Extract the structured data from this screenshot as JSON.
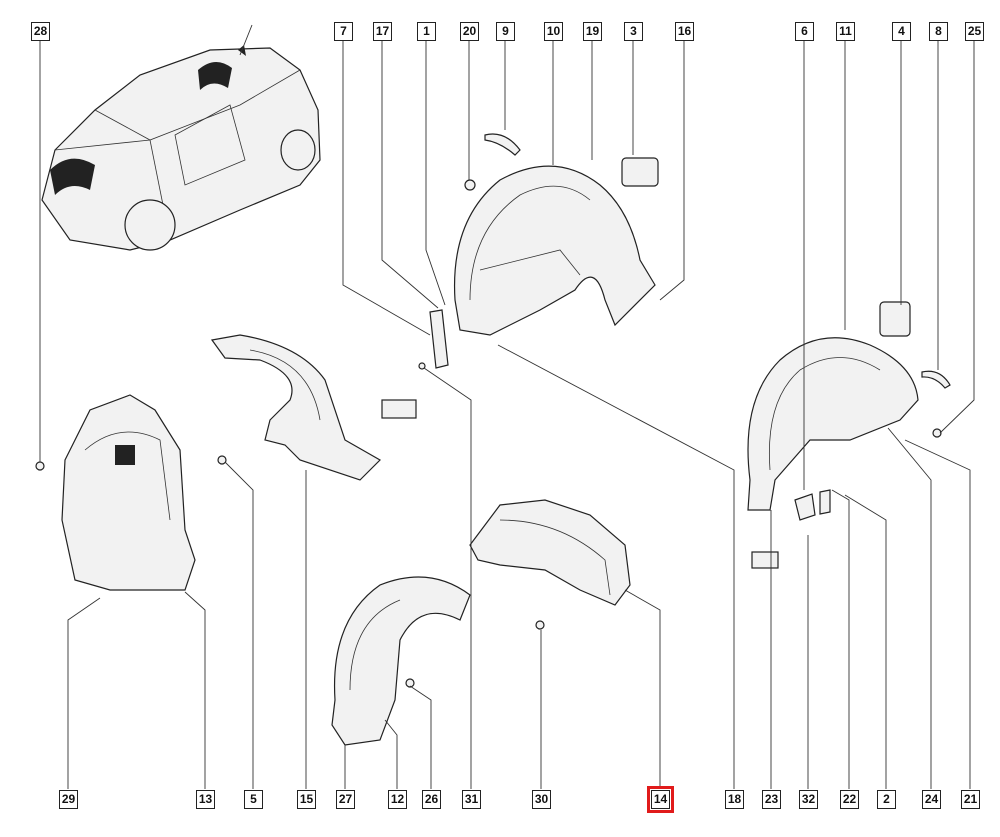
{
  "diagram": {
    "top_labels": [
      "28",
      "7",
      "17",
      "1",
      "20",
      "9",
      "10",
      "19",
      "3",
      "16",
      "6",
      "11",
      "4",
      "8",
      "25"
    ],
    "bottom_labels": [
      "29",
      "13",
      "5",
      "15",
      "27",
      "12",
      "26",
      "31",
      "30",
      "14",
      "18",
      "23",
      "32",
      "22",
      "2",
      "24",
      "21"
    ],
    "highlighted_label": "14",
    "highlight_color": "#e11b1b"
  }
}
